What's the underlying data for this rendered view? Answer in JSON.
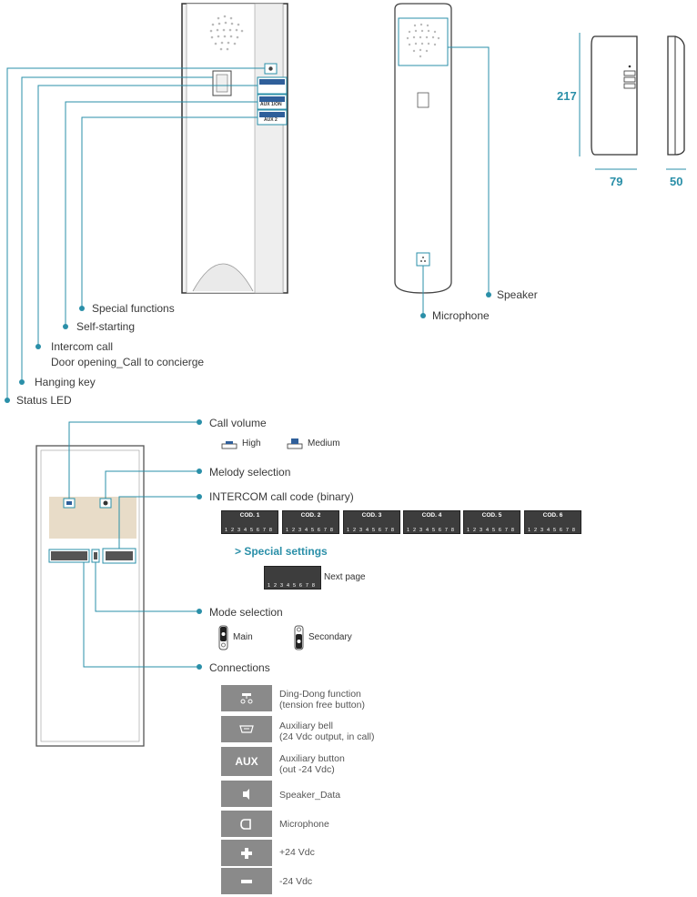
{
  "callouts": {
    "special_functions": "Special functions",
    "self_starting": "Self-starting",
    "intercom_call": "Intercom call",
    "door_opening": "Door opening_Call to concierge",
    "hanging_key": "Hanging key",
    "status_led": "Status LED",
    "speaker": "Speaker",
    "microphone": "Microphone"
  },
  "dimensions": {
    "height": "217",
    "width": "79",
    "depth": "50"
  },
  "buttons": {
    "aux1": "AUX 1/ON",
    "aux2": "AUX 2"
  },
  "settings": {
    "call_volume": "Call volume",
    "high": "High",
    "medium": "Medium",
    "melody_selection": "Melody selection",
    "intercom_code": "INTERCOM call code (binary)",
    "codes": [
      "COD. 1",
      "COD. 2",
      "COD. 3",
      "COD. 4",
      "COD. 5",
      "COD. 6"
    ],
    "dip_numbers": "1 2 3 4 5 6 7 8",
    "special_settings": "> Special settings",
    "next_page": "Next page",
    "mode_selection": "Mode selection",
    "main": "Main",
    "secondary": "Secondary",
    "connections": "Connections"
  },
  "connections": [
    {
      "icon": "ding-dong-icon",
      "text1": "Ding-Dong function",
      "text2": "(tension free button)"
    },
    {
      "icon": "bell-icon",
      "text1": "Auxiliary bell",
      "text2": "(24 Vdc output, in call)"
    },
    {
      "icon": "AUX",
      "text1": "Auxiliary button",
      "text2": "(out -24 Vdc)"
    },
    {
      "icon": "speaker-icon",
      "text1": "Speaker_Data",
      "text2": ""
    },
    {
      "icon": "microphone-icon",
      "text1": "Microphone",
      "text2": ""
    },
    {
      "icon": "plus-icon",
      "text1": "+24 Vdc",
      "text2": ""
    },
    {
      "icon": "minus-icon",
      "text1": "-24 Vdc",
      "text2": ""
    }
  ],
  "colors": {
    "accent": "#2a8fa8",
    "panel": "#8a8a8a",
    "board": "#e8dcc8"
  }
}
